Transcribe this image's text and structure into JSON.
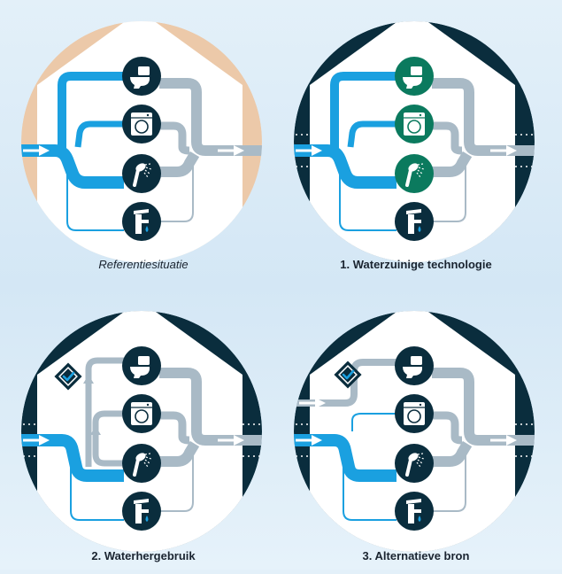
{
  "panels": [
    {
      "key": "ref",
      "caption": "Referentiesituatie",
      "caption_style": "italic",
      "background_color": "#ecc9a9",
      "appliance_color": "#0a2d3d",
      "supply_color": "#1aa0e0",
      "has_recycle_badge": false,
      "has_alt_source": false
    },
    {
      "key": "tech",
      "caption": "1. Waterzuinige technologie",
      "caption_style": "bold",
      "background_color": "#0a2d3d",
      "appliance_color": "#0b7a5e",
      "supply_color": "#1aa0e0",
      "has_recycle_badge": false,
      "has_alt_source": false
    },
    {
      "key": "reuse",
      "caption": "2. Waterhergebruik",
      "caption_style": "bold",
      "background_color": "#0a2d3d",
      "appliance_color": "#0a2d3d",
      "supply_color": "#1aa0e0",
      "has_recycle_badge": true,
      "has_alt_source": false
    },
    {
      "key": "alt",
      "caption": "3. Alternatieve bron",
      "caption_style": "bold",
      "background_color": "#0a2d3d",
      "appliance_color": "#0a2d3d",
      "supply_color": "#1aa0e0",
      "has_recycle_badge": true,
      "has_alt_source": true
    }
  ],
  "appliances": [
    "toilet-icon",
    "washing-machine-icon",
    "shower-icon",
    "faucet-icon"
  ],
  "colors": {
    "house": "#ffffff",
    "drain": "#a9bac6",
    "badge": "#0a2d3d",
    "badge_check": "#1aa0e0"
  }
}
